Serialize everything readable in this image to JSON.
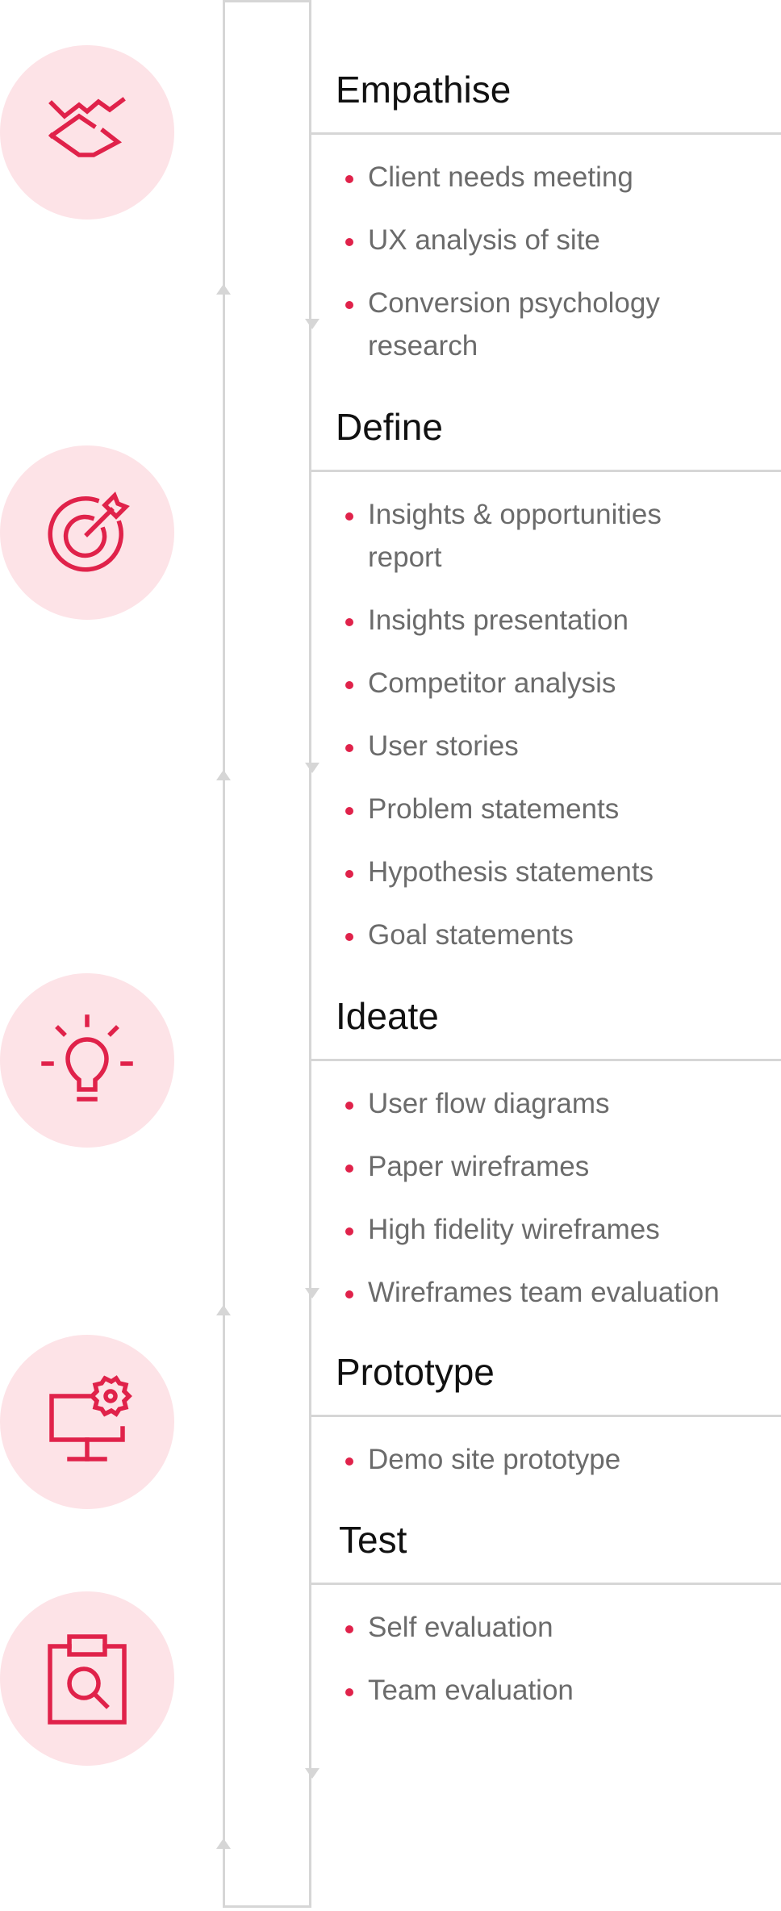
{
  "stages": [
    {
      "title": "Empathise",
      "icon": "handshake-icon",
      "items": [
        "Client needs meeting",
        "UX analysis of site",
        "Conversion psychology research"
      ]
    },
    {
      "title": "Define",
      "icon": "target-icon",
      "items": [
        "Insights & opportunities report",
        "Insights presentation",
        "Competitor analysis",
        "User stories",
        "Problem statements",
        "Hypothesis statements",
        "Goal statements"
      ]
    },
    {
      "title": "Ideate",
      "icon": "lightbulb-icon",
      "items": [
        "User flow diagrams",
        "Paper wireframes",
        "High fidelity wireframes",
        "Wireframes team evaluation"
      ]
    },
    {
      "title": "Prototype",
      "icon": "monitor-settings-icon",
      "items": [
        "Demo site prototype"
      ]
    },
    {
      "title": "Test",
      "icon": "clipboard-search-icon",
      "items": [
        "Self evaluation",
        "Team evaluation"
      ]
    }
  ],
  "colors": {
    "accent": "#e0224a",
    "circle_bg": "#fde3e7",
    "rail": "#d6d6d6",
    "item_text": "#6b6b6b",
    "title_text": "#111111"
  }
}
